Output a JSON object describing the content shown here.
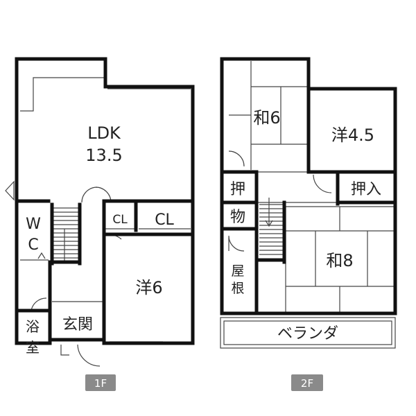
{
  "floor1": {
    "tag": "1F",
    "rooms": {
      "ldk_name": "LDK",
      "ldk_size": "13.5",
      "cl_small": "CL",
      "cl_large": "CL",
      "wc_top": "W",
      "wc_bottom": "C",
      "western6": "洋6",
      "entrance": "玄関",
      "bath_top": "浴",
      "bath_bottom": "室"
    }
  },
  "floor2": {
    "tag": "2F",
    "rooms": {
      "japanese6": "和6",
      "western45": "洋4.5",
      "oshi": "押",
      "oshiire": "押入",
      "storage": "物",
      "attic_top": "屋",
      "attic_bottom": "根",
      "japanese8": "和8",
      "veranda": "ベランダ"
    }
  },
  "colors": {
    "wall": "#111111",
    "thin_line": "#444444",
    "floor_tag_bg": "#8a8a8a"
  }
}
